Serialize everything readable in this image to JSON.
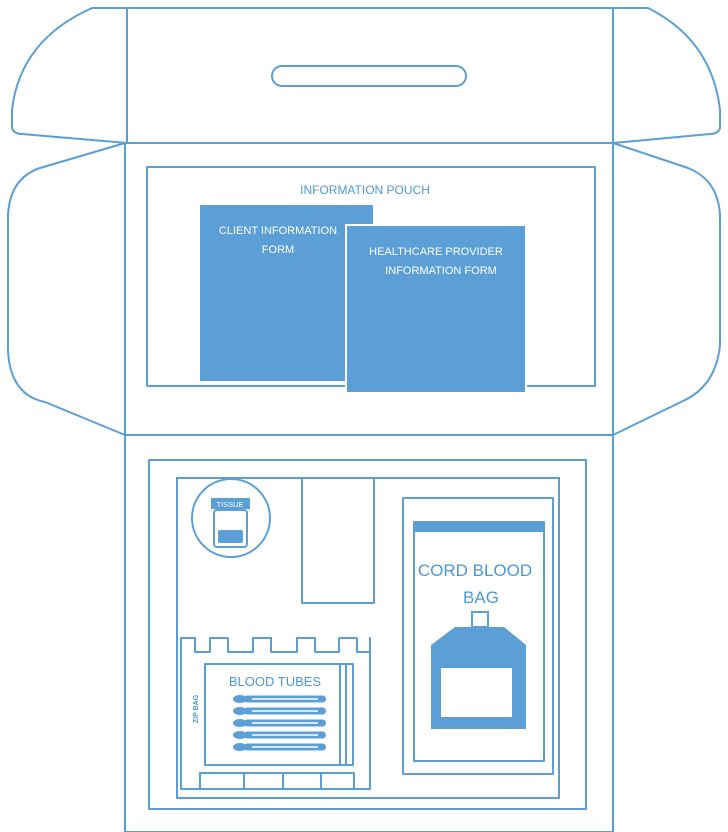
{
  "colors": {
    "stroke": "#5b9fd6",
    "fill": "#5b9fd6",
    "label_on_white": "#4d98d3",
    "label_on_fill": "#ffffff"
  },
  "pouch": {
    "title": "INFORMATION POUCH",
    "client_form": {
      "line1": "CLIENT INFORMATION",
      "line2": "FORM"
    },
    "provider_form": {
      "line1": "HEALTHCARE PROVIDER",
      "line2": "INFORMATION FORM"
    }
  },
  "tray": {
    "tissue_label": "TISSUE",
    "cord_blood": {
      "line1": "CORD BLOOD",
      "line2": "BAG"
    },
    "blood_tubes_label": "BLOOD TUBES",
    "zip_bag_label": "ZIP BAG",
    "tube_count": 5
  },
  "icons": {
    "handle": "handle-slot-icon",
    "tissue": "tissue-jar-icon",
    "blood_bag": "blood-bag-icon",
    "tubes": "blood-tube-icon"
  }
}
